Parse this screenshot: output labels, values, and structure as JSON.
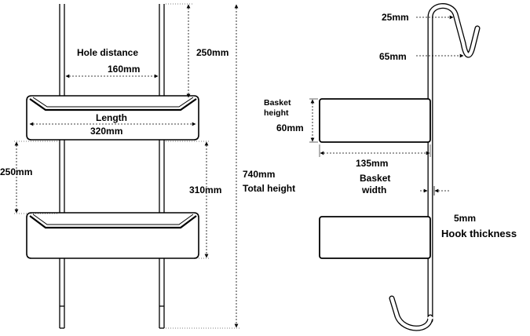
{
  "labels": {
    "hole_distance": "Hole distance",
    "hole_distance_value": "160mm",
    "top_spacing": "250mm",
    "length": "Length",
    "length_value": "320mm",
    "left_spacing": "250mm",
    "basket_gap": "310mm",
    "total_height_value": "740mm",
    "total_height": "Total height",
    "hook_top_width": "25mm",
    "hook_depth": "65mm",
    "basket_height_line1": "Basket",
    "basket_height_line2": "height",
    "basket_height_value": "60mm",
    "basket_width_value": "135mm",
    "basket_width_line1": "Basket",
    "basket_width_line2": "width",
    "hook_thickness_value": "5mm",
    "hook_thickness": "Hook thickness"
  },
  "colors": {
    "line": "#000000",
    "dim_line": "#222222",
    "background": "#ffffff"
  }
}
